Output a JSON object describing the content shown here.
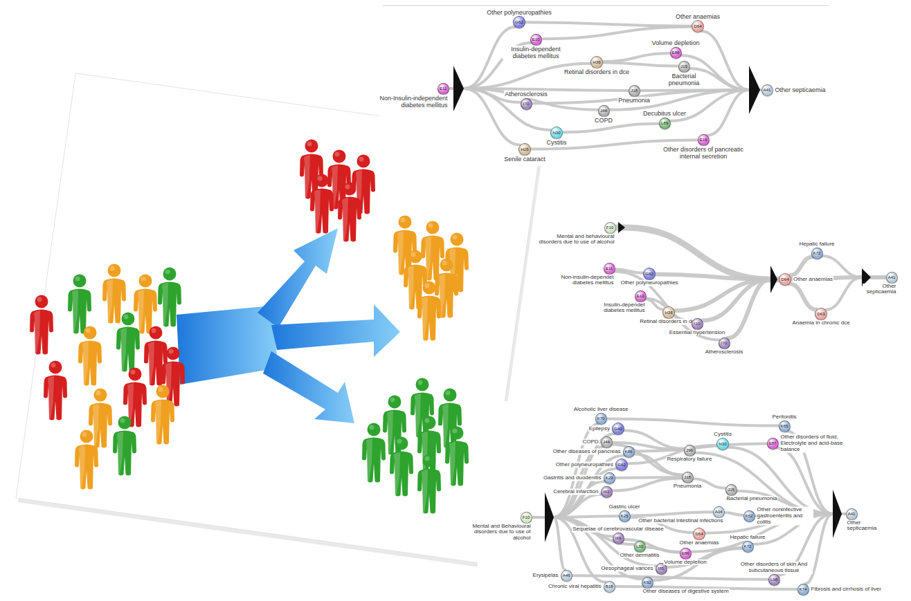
{
  "diagram": {
    "nodes": [
      {
        "text": [
          "E11",
          "Non-Insulin-independent diabetes mellitus"
        ]
      },
      {
        "text": [
          "G62",
          "Other polyneuropathies"
        ]
      },
      {
        "text": [
          "E10",
          "Insulin-dependent diabetes mellitus"
        ]
      },
      {
        "text": [
          "H36",
          "Retinal disorders in dce"
        ]
      },
      {
        "text": [
          "I70",
          "Atherosclerosis"
        ]
      },
      {
        "text": [
          "J18",
          "Pneumonia"
        ]
      },
      {
        "text": [
          "J44",
          "COPD"
        ]
      },
      {
        "text": [
          "N30",
          "Cystitis"
        ]
      },
      {
        "text": [
          "H25",
          "Senile cataract"
        ]
      },
      {
        "text": [
          "D64",
          "Other anaemias"
        ]
      },
      {
        "text": [
          "E86",
          "Volume depletion"
        ]
      },
      {
        "text": [
          "J15",
          "Bacterial pneumonia"
        ]
      },
      {
        "text": [
          "L89",
          "Decubitus ulcer"
        ]
      },
      {
        "text": [
          "E16",
          "Other disorders of pancreatic internal secretion"
        ]
      },
      {
        "text": [
          "A41",
          "Other septicaemia"
        ]
      },
      {
        "text": [
          "F10",
          "Mental and behavioural disorders due to use of alcohol"
        ]
      },
      {
        "text": [
          "E11",
          "Non-insulin-dependet diabetes mellitus"
        ]
      },
      {
        "text": [
          "G62",
          "Other polyneuropathies"
        ]
      },
      {
        "text": [
          "E10",
          "Insulin-dependet diabetes mellitus"
        ]
      },
      {
        "text": [
          "H36",
          "Retinal disorders in dce"
        ]
      },
      {
        "text": [
          "I10",
          "Essential hypertension"
        ]
      },
      {
        "text": [
          "I70",
          "Atherosclerosis"
        ]
      },
      {
        "text": [
          "D64",
          "Other anaemias"
        ]
      },
      {
        "text": [
          "K72",
          "Hepatic failure"
        ]
      },
      {
        "text": [
          "D63",
          "Anaemia in chronic dce"
        ]
      },
      {
        "text": [
          "A41",
          "Other septicaemia"
        ]
      },
      {
        "text": [
          "F10",
          "Mental and Behavioural disorders due to use of alcohol"
        ]
      },
      {
        "text": [
          "K70",
          "Alcoholic liver disease"
        ]
      },
      {
        "text": [
          "G40",
          "Epilepsy"
        ]
      },
      {
        "text": [
          "J44",
          "COPD"
        ]
      },
      {
        "text": [
          "K86",
          "Other diseases of pancreas"
        ]
      },
      {
        "text": [
          "G62",
          "Other polyneuropathies"
        ]
      },
      {
        "text": [
          "K29",
          "Gastritis and duodenitis"
        ]
      },
      {
        "text": [
          "I63",
          "Cerebral infarction"
        ]
      },
      {
        "text": [
          "K25",
          "Gastric ulcer"
        ]
      },
      {
        "text": [
          "I69",
          "Sequelae of cerebrovascular disease"
        ]
      },
      {
        "text": [
          "L30",
          "Other dermatitis"
        ]
      },
      {
        "text": [
          "I85",
          "Oesophageal varices"
        ]
      },
      {
        "text": [
          "K92",
          "Other diseases of digestive system"
        ]
      },
      {
        "text": [
          "A46",
          "Erysipelas"
        ]
      },
      {
        "text": [
          "B18",
          "Chronic viral hepatitis"
        ]
      },
      {
        "text": [
          "N30",
          "Cystitis"
        ]
      },
      {
        "text": [
          "J96",
          "Respiratory failure"
        ]
      },
      {
        "text": [
          "J18",
          "Pneumonia"
        ]
      },
      {
        "text": [
          "J15",
          "Bacterial pneumonia"
        ]
      },
      {
        "text": [
          "A04",
          "Other bacterial intestinal infections"
        ]
      },
      {
        "text": [
          "K52",
          "Other noninfective gastroenteritis and colitis"
        ]
      },
      {
        "text": [
          "D64",
          "Other anaemias"
        ]
      },
      {
        "text": [
          "E86",
          "Volume depletion"
        ]
      },
      {
        "text": [
          "K65",
          "Peritonitis"
        ]
      },
      {
        "text": [
          "E87",
          "Other disorders of fluid, Electrolyte and acid-base balance"
        ]
      },
      {
        "text": [
          "K72",
          "Hepatic failure"
        ]
      },
      {
        "text": [
          "L98",
          "Other disorders of skin And subcutaneous tissue"
        ]
      },
      {
        "text": [
          "K74",
          "Fibrosis and cirrhosis of liver"
        ]
      },
      {
        "text": [
          "A41",
          "Other septicaemia"
        ]
      }
    ],
    "edges": [
      {
        "from": 0,
        "to": 1,
        "arrow": "none"
      },
      {
        "from": 0,
        "to": 2,
        "arrow": "none"
      },
      {
        "from": 0,
        "to": 3,
        "arrow": "none"
      },
      {
        "from": 0,
        "to": 4,
        "arrow": "none"
      },
      {
        "from": 0,
        "to": 5,
        "arrow": "none"
      },
      {
        "from": 0,
        "to": 6,
        "arrow": "none"
      },
      {
        "from": 0,
        "to": 7,
        "arrow": "none"
      },
      {
        "from": 0,
        "to": 8,
        "arrow": "none"
      },
      {
        "from": 1,
        "to": 9,
        "arrow": "none"
      },
      {
        "from": 2,
        "to": 9,
        "arrow": "none"
      },
      {
        "from": 3,
        "to": 10,
        "arrow": "none"
      },
      {
        "from": 3,
        "to": 11,
        "arrow": "none"
      },
      {
        "from": 7,
        "to": 12,
        "arrow": "none"
      },
      {
        "from": 8,
        "to": 13,
        "arrow": "none"
      },
      {
        "from": 4,
        "to": 14,
        "arrow": "none"
      },
      {
        "from": 5,
        "to": 14,
        "arrow": "none"
      },
      {
        "from": 6,
        "to": 14,
        "arrow": "none"
      },
      {
        "from": 9,
        "to": 14,
        "arrow": "none"
      },
      {
        "from": 10,
        "to": 14,
        "arrow": "none"
      },
      {
        "from": 11,
        "to": 14,
        "arrow": "none"
      },
      {
        "from": 12,
        "to": 14,
        "arrow": "none"
      },
      {
        "from": 13,
        "to": 14,
        "arrow": "none"
      },
      {
        "from": 15,
        "to": 22,
        "arrow": "none"
      },
      {
        "from": 16,
        "to": 17,
        "arrow": "none"
      },
      {
        "from": 17,
        "to": 22,
        "arrow": "none"
      },
      {
        "from": 18,
        "to": 19,
        "arrow": "none"
      },
      {
        "from": 19,
        "to": 22,
        "arrow": "none"
      },
      {
        "from": 18,
        "to": 20,
        "arrow": "none"
      },
      {
        "from": 20,
        "to": 22,
        "arrow": "none"
      },
      {
        "from": 16,
        "to": 21,
        "arrow": "none"
      },
      {
        "from": 21,
        "to": 22,
        "arrow": "none"
      },
      {
        "from": 22,
        "to": 23,
        "arrow": "none"
      },
      {
        "from": 22,
        "to": 24,
        "arrow": "none"
      },
      {
        "from": 22,
        "to": 25,
        "arrow": "none"
      },
      {
        "from": 23,
        "to": 25,
        "arrow": "none"
      },
      {
        "from": 24,
        "to": 25,
        "arrow": "none"
      },
      {
        "from": 26,
        "to": 27,
        "arrow": "none"
      },
      {
        "from": 26,
        "to": 28,
        "arrow": "none"
      },
      {
        "from": 26,
        "to": 29,
        "arrow": "none"
      },
      {
        "from": 26,
        "to": 30,
        "arrow": "none"
      },
      {
        "from": 26,
        "to": 31,
        "arrow": "none"
      },
      {
        "from": 26,
        "to": 32,
        "arrow": "none"
      },
      {
        "from": 26,
        "to": 33,
        "arrow": "none"
      },
      {
        "from": 26,
        "to": 34,
        "arrow": "none"
      },
      {
        "from": 26,
        "to": 35,
        "arrow": "none"
      },
      {
        "from": 26,
        "to": 36,
        "arrow": "none"
      },
      {
        "from": 26,
        "to": 37,
        "arrow": "none"
      },
      {
        "from": 26,
        "to": 38,
        "arrow": "none"
      },
      {
        "from": 26,
        "to": 39,
        "arrow": "none"
      },
      {
        "from": 26,
        "to": 40,
        "arrow": "none"
      },
      {
        "from": 27,
        "to": 49,
        "arrow": "none"
      },
      {
        "from": 28,
        "to": 42,
        "arrow": "none"
      },
      {
        "from": 29,
        "to": 42,
        "arrow": "none"
      },
      {
        "from": 29,
        "to": 43,
        "arrow": "none"
      },
      {
        "from": 30,
        "to": 43,
        "arrow": "none"
      },
      {
        "from": 30,
        "to": 50,
        "arrow": "none"
      },
      {
        "from": 31,
        "to": 41,
        "arrow": "none"
      },
      {
        "from": 32,
        "to": 43,
        "arrow": "none"
      },
      {
        "from": 33,
        "to": 43,
        "arrow": "none"
      },
      {
        "from": 34,
        "to": 45,
        "arrow": "none"
      },
      {
        "from": 34,
        "to": 47,
        "arrow": "none"
      },
      {
        "from": 35,
        "to": 48,
        "arrow": "none"
      },
      {
        "from": 36,
        "to": 48,
        "arrow": "none"
      },
      {
        "from": 37,
        "to": 51,
        "arrow": "none"
      },
      {
        "from": 38,
        "to": 51,
        "arrow": "none"
      },
      {
        "from": 39,
        "to": 52,
        "arrow": "none"
      },
      {
        "from": 40,
        "to": 53,
        "arrow": "none"
      },
      {
        "from": 43,
        "to": 44,
        "arrow": "none"
      },
      {
        "from": 45,
        "to": 46,
        "arrow": "none"
      },
      {
        "from": 41,
        "to": 54,
        "arrow": "none"
      },
      {
        "from": 42,
        "to": 54,
        "arrow": "none"
      },
      {
        "from": 44,
        "to": 54,
        "arrow": "none"
      },
      {
        "from": 46,
        "to": 54,
        "arrow": "none"
      },
      {
        "from": 47,
        "to": 54,
        "arrow": "none"
      },
      {
        "from": 48,
        "to": 54,
        "arrow": "none"
      },
      {
        "from": 49,
        "to": 54,
        "arrow": "none"
      },
      {
        "from": 50,
        "to": 54,
        "arrow": "none"
      },
      {
        "from": 51,
        "to": 54,
        "arrow": "none"
      },
      {
        "from": 52,
        "to": 54,
        "arrow": "none"
      },
      {
        "from": 53,
        "to": 54,
        "arrow": "none"
      }
    ]
  }
}
